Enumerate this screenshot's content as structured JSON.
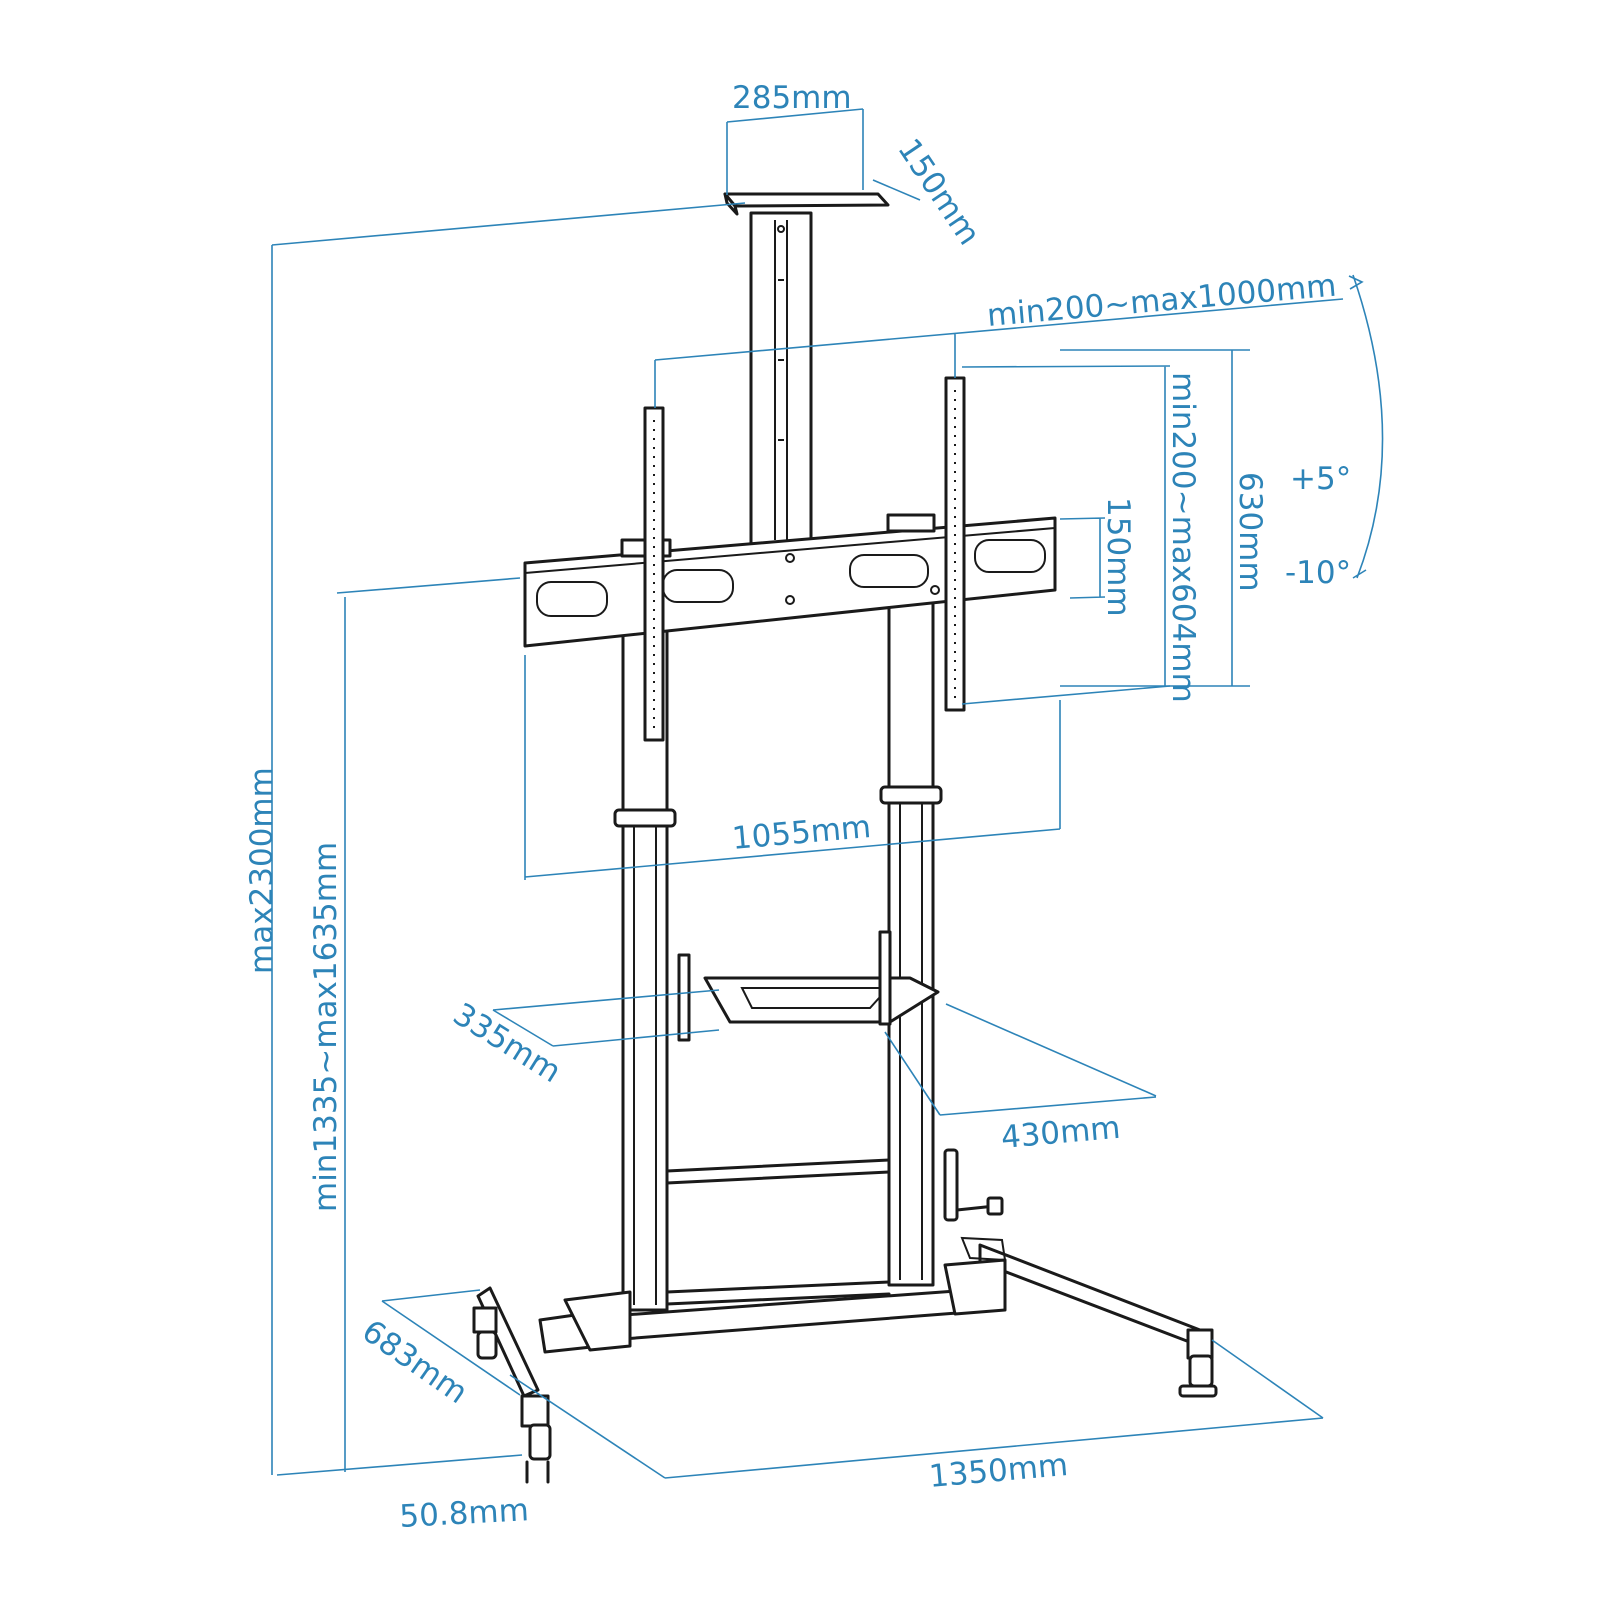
{
  "colors": {
    "dimension": "#2d84b8",
    "drawing": "#1a1a1a",
    "background": "#ffffff"
  },
  "dimensions": {
    "tray_width": "285mm",
    "tray_depth": "150mm",
    "vesa_horizontal": "min200~max1000mm",
    "vesa_vertical": "min200~max604mm",
    "plate_height": "630mm",
    "plate_slot_height": "150mm",
    "tilt_up": "+5°",
    "tilt_down": "-10°",
    "max_height": "max2300mm",
    "mount_height_range": "min1335~max1635mm",
    "plate_width": "1055mm",
    "shelf_depth": "335mm",
    "shelf_width": "430mm",
    "base_depth": "683mm",
    "base_width": "1350mm",
    "tube_diameter": "50.8mm"
  }
}
